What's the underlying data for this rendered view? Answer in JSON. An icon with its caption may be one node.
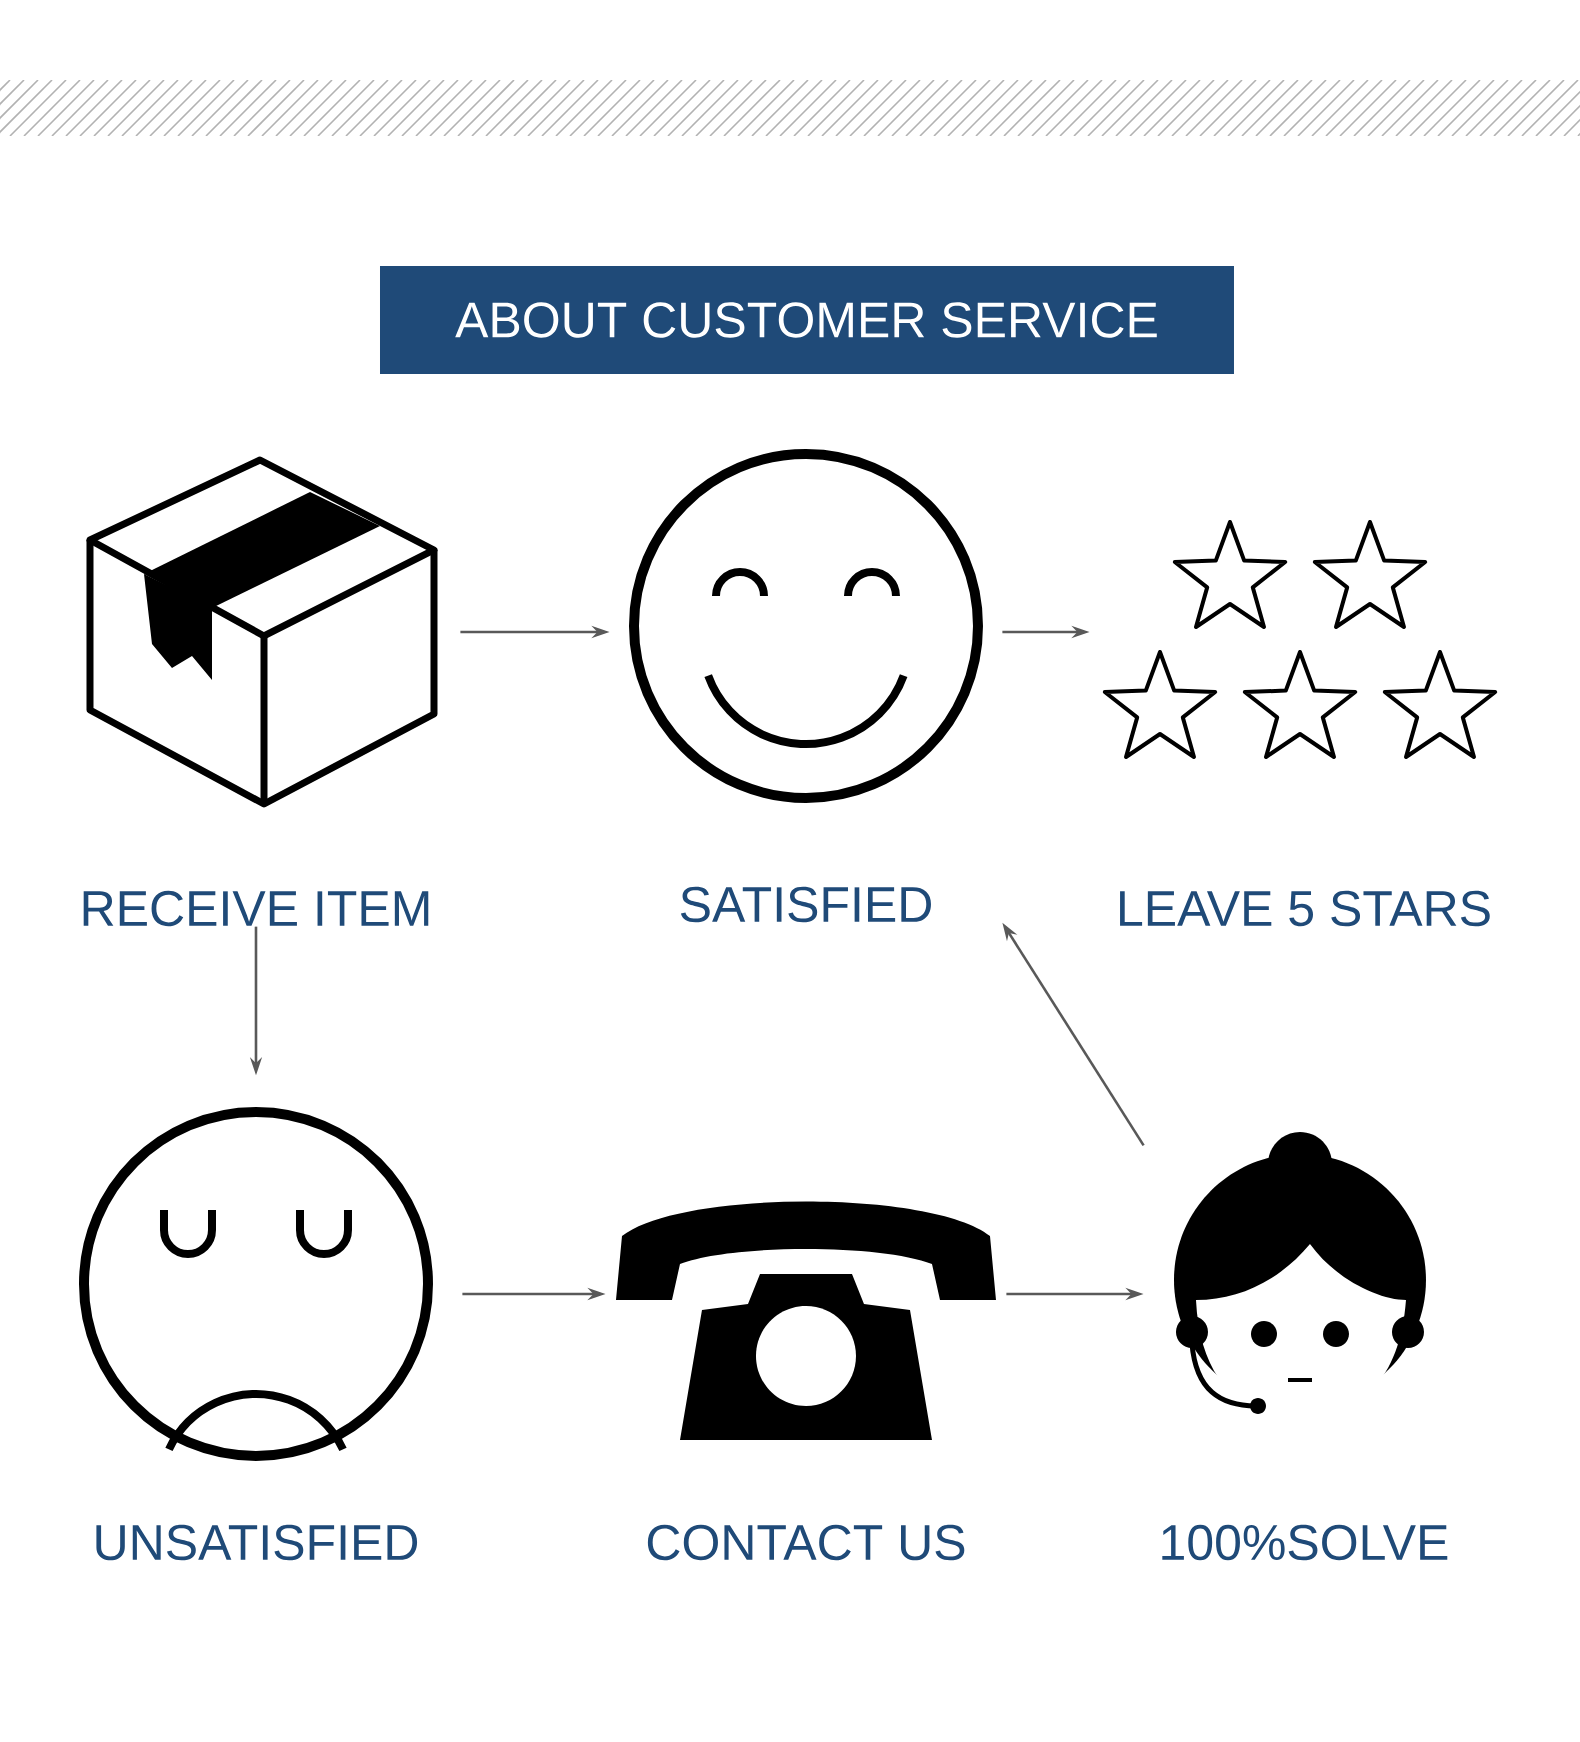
{
  "diagram": {
    "title": "ABOUT CUSTOMER SERVICE",
    "nodes": [
      {
        "text": [
          "RECEIVE ITEM"
        ]
      },
      {
        "text": [
          "SATISFIED"
        ]
      },
      {
        "text": [
          "LEAVE 5 STARS"
        ]
      },
      {
        "text": [
          "UNSATISFIED"
        ]
      },
      {
        "text": [
          "CONTACT US"
        ]
      },
      {
        "text": [
          "100%SOLVE"
        ]
      }
    ],
    "edges": [
      {
        "from": 0,
        "to": 1,
        "arrow": "to"
      },
      {
        "from": 1,
        "to": 2,
        "arrow": "to"
      },
      {
        "from": 0,
        "to": 3,
        "arrow": "to"
      },
      {
        "from": 3,
        "to": 4,
        "arrow": "to"
      },
      {
        "from": 4,
        "to": 5,
        "arrow": "to"
      },
      {
        "from": 5,
        "to": 1,
        "arrow": "to"
      }
    ]
  }
}
